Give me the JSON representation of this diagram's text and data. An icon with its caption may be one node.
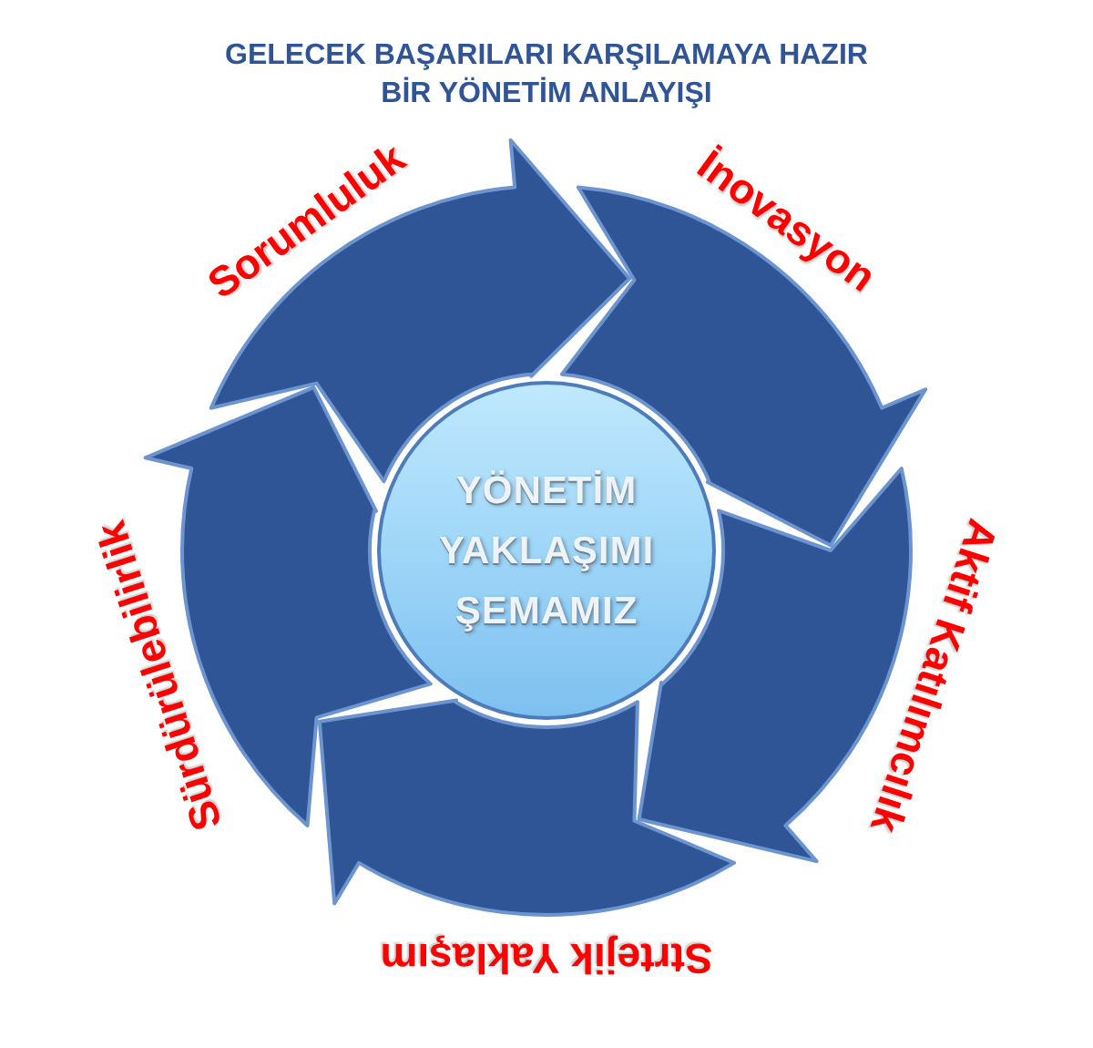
{
  "diagram": {
    "title": "GELECEK BAŞARILARI KARŞILAMAYA HAZIR BİR YÖNETİM ANLAYIŞI",
    "nodes": [
      {
        "text": [
          "Sorumluluk"
        ]
      },
      {
        "text": [
          "İnovasyon"
        ]
      },
      {
        "text": [
          "Aktif Katılımcılık"
        ]
      },
      {
        "text": [
          "Strtejik Yaklaşım"
        ]
      },
      {
        "text": [
          "Sürdürülebilirlik"
        ]
      },
      {
        "text": [
          "YÖNETİM YAKLAŞIMI ŞEMAMIZ"
        ]
      }
    ]
  }
}
